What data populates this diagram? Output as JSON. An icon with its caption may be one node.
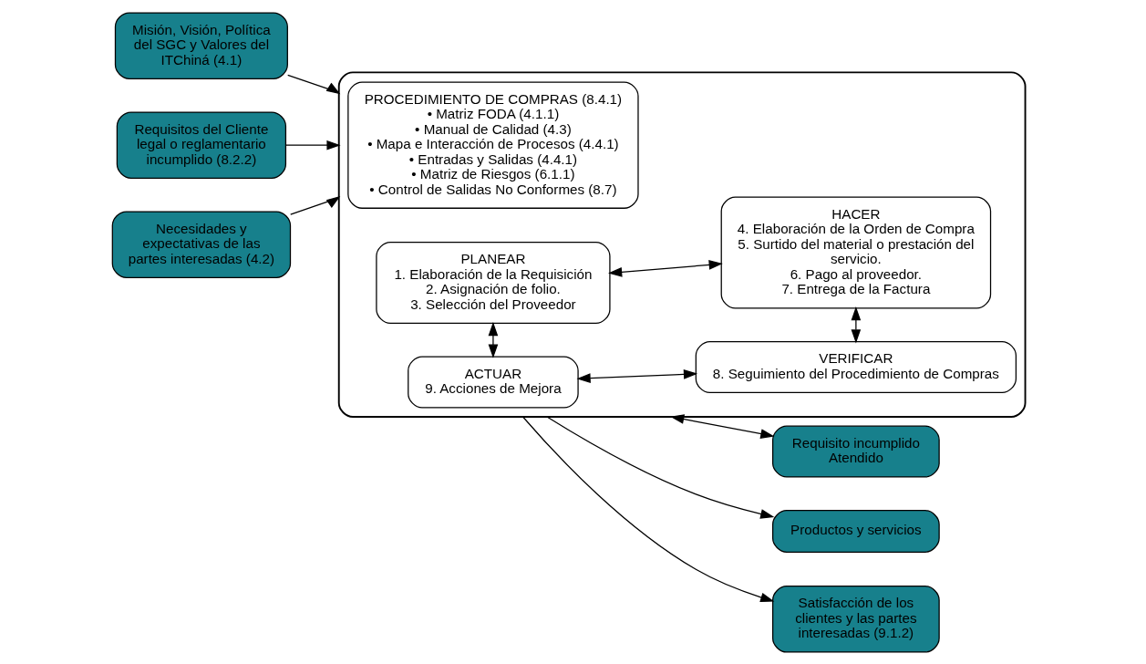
{
  "diagram": {
    "nodes": [
      {
        "text": [
          "Misión, Visión, Política del SGC y Valores del ITChiná (4.1)"
        ]
      },
      {
        "text": [
          "Requisitos del Cliente legal o reglamentario incumplido (8.2.2)"
        ]
      },
      {
        "text": [
          "Necesidades y expectativas de las partes interesadas (4.2)"
        ]
      },
      {
        "text": [],
        "shape": "box"
      },
      {
        "text": [
          "PROCEDIMIENTO DE COMPRAS (8.4.1)",
          "• Matriz FODA (4.1.1)",
          "• Manual de Calidad (4.3)",
          "• Mapa e Interacción de Procesos (4.4.1)",
          "• Entradas y Salidas (4.4.1)",
          "• Matriz de Riesgos (6.1.1)",
          "• Control de Salidas No Conformes (8.7)"
        ],
        "in": 3
      },
      {
        "text": [
          "PLANEAR",
          "1. Elaboración de la Requisición",
          "2. Asignación de folio.",
          "3. Selección del Proveedor"
        ],
        "in": 3
      },
      {
        "text": [
          "HACER",
          "4. Elaboración de la Orden de Compra",
          "5. Surtido del material o prestación del servicio.",
          "6. Pago al proveedor.",
          "7. Entrega de la Factura"
        ],
        "in": 3
      },
      {
        "text": [
          "ACTUAR",
          "9. Acciones de Mejora"
        ],
        "in": 3
      },
      {
        "text": [
          "VERIFICAR",
          "8. Seguimiento del Procedimiento de Compras"
        ],
        "in": 3
      },
      {
        "text": [
          "Satisfacción de los clientes y las partes interesadas (9.1.2)"
        ]
      },
      {
        "text": [
          "Requisito incumplido Atendido"
        ]
      },
      {
        "text": [
          "Productos y servicios"
        ]
      }
    ],
    "edges": [
      {
        "from": 0,
        "to": 3,
        "arrow": "to"
      },
      {
        "from": 1,
        "to": 3,
        "arrow": "to"
      },
      {
        "from": 2,
        "to": 3,
        "arrow": "to"
      },
      {
        "from": 5,
        "to": 6,
        "arrow": "both"
      },
      {
        "from": 5,
        "to": 7,
        "arrow": "both"
      },
      {
        "from": 6,
        "to": 8,
        "arrow": "both"
      },
      {
        "from": 7,
        "to": 8,
        "arrow": "both"
      },
      {
        "from": 3,
        "to": 9,
        "arrow": "to"
      },
      {
        "from": 3,
        "to": 10,
        "arrow": "both"
      },
      {
        "from": 3,
        "to": 11,
        "arrow": "to"
      }
    ]
  }
}
